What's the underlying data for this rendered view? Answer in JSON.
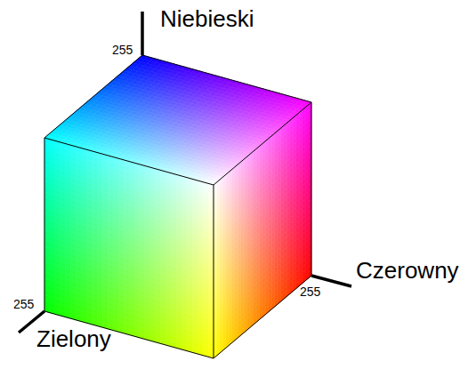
{
  "diagram": {
    "labels": [
      "Niebieski",
      "255",
      "Czerowny",
      "255",
      "255",
      "Zielony"
    ]
  }
}
